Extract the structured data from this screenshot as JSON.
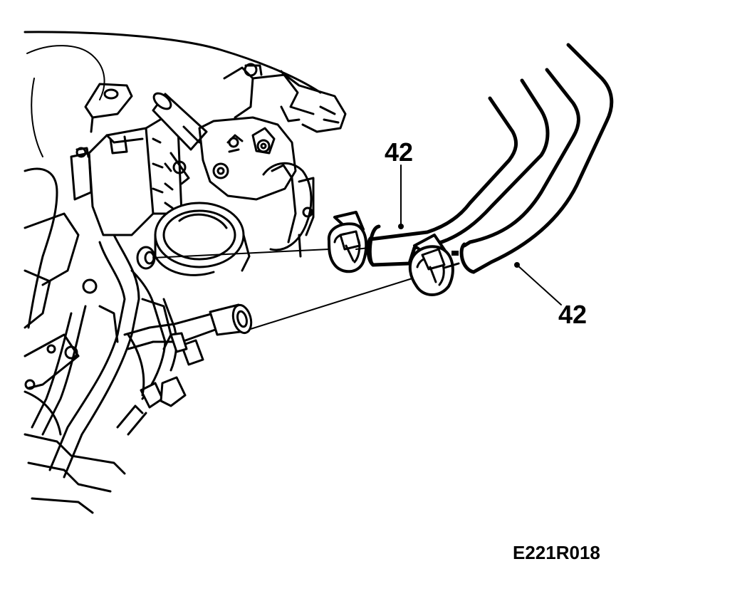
{
  "callouts": [
    {
      "id": "hose-upper",
      "text": "42"
    },
    {
      "id": "hose-lower",
      "text": "42"
    }
  ],
  "figure_code": "E221R018"
}
